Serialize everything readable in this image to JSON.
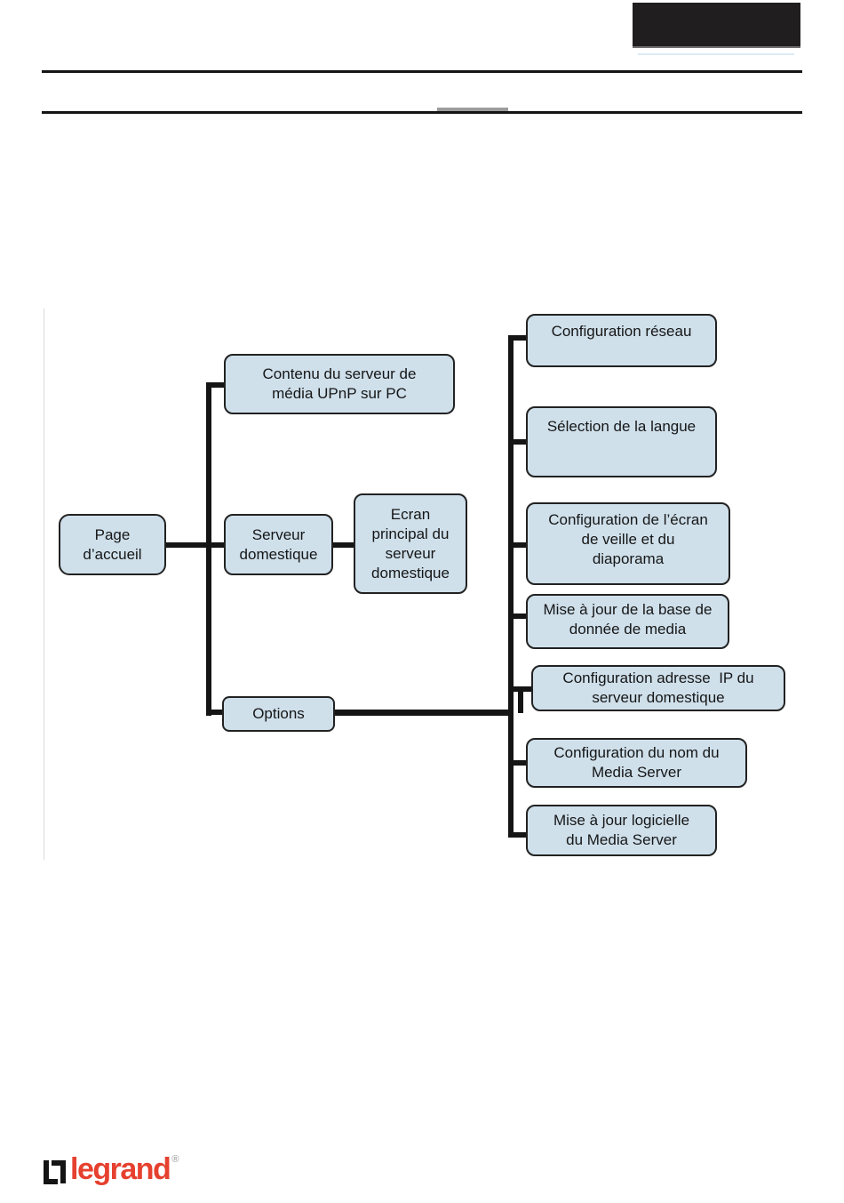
{
  "header": {
    "black_box_color": "#211e1f",
    "rule_color": "#151515"
  },
  "diagram": {
    "box_fill": "#cfe0eb",
    "box_border": "#222222",
    "connector_color": "#151515",
    "boxes": {
      "page_accueil": {
        "lines": [
          "Page",
          "d’accueil"
        ]
      },
      "contenu": {
        "lines": [
          "Contenu du serveur de",
          "média UPnP sur PC"
        ]
      },
      "serveur_domestique": {
        "lines": [
          "Serveur",
          "domestique"
        ]
      },
      "ecran_principal": {
        "lines": [
          "Ecran",
          "principal du",
          "serveur",
          "domestique"
        ]
      },
      "options": {
        "lines": [
          "Options"
        ]
      },
      "config_reseau": {
        "lines": [
          "Configuration réseau"
        ]
      },
      "selection_langue": {
        "lines": [
          "Sélection de la langue"
        ]
      },
      "config_ecran": {
        "lines": [
          "Configuration de l’écran",
          "de veille et du",
          "diaporama"
        ]
      },
      "mise_base": {
        "lines": [
          "Mise à jour de la base de",
          "donnée de media"
        ]
      },
      "config_ip": {
        "lines": [
          "Configuration adresse  IP du",
          "serveur domestique"
        ]
      },
      "config_nom": {
        "lines": [
          "Configuration du nom du",
          "Media Server"
        ]
      },
      "mise_logicielle": {
        "lines": [
          "Mise à jour logicielle",
          "du Media Server"
        ]
      }
    }
  },
  "footer": {
    "logo_text": "legrand",
    "logo_mark": "®",
    "logo_color": "#e6402f"
  }
}
